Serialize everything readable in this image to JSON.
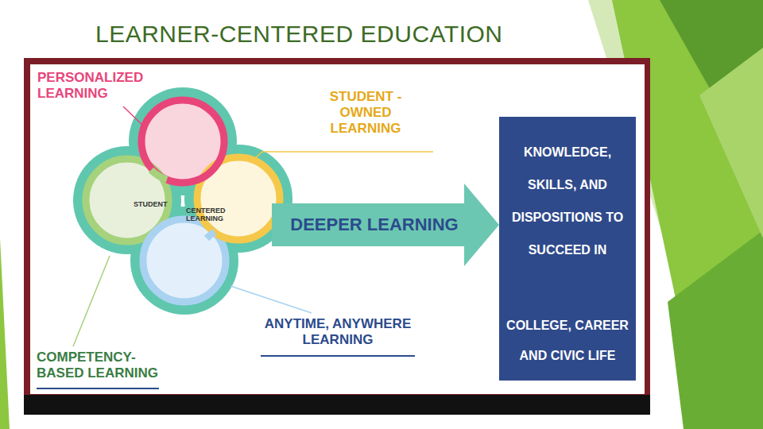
{
  "diagram": {
    "title": "LEARNER-CENTERED EDUCATION",
    "nodes": [
      {
        "text": [
          "STUDENT",
          "CENTERED LEARNING"
        ]
      },
      {
        "text": [
          "KNOWLEDGE, SKILLS, AND DISPOSITIONS TO SUCCEED IN",
          "COLLEGE, CAREER AND CIVIC LIFE"
        ]
      }
    ],
    "edges": [
      {
        "from": 0,
        "to": 1,
        "arrow": "to",
        "label": "DEEPER LEARNING"
      }
    ],
    "labels": [
      "PERSONALIZED LEARNING",
      "STUDENT -OWNED LEARNING",
      "ANYTIME, ANYWHERE LEARNING",
      "COMPETENCY- BASED LEARNING"
    ]
  }
}
